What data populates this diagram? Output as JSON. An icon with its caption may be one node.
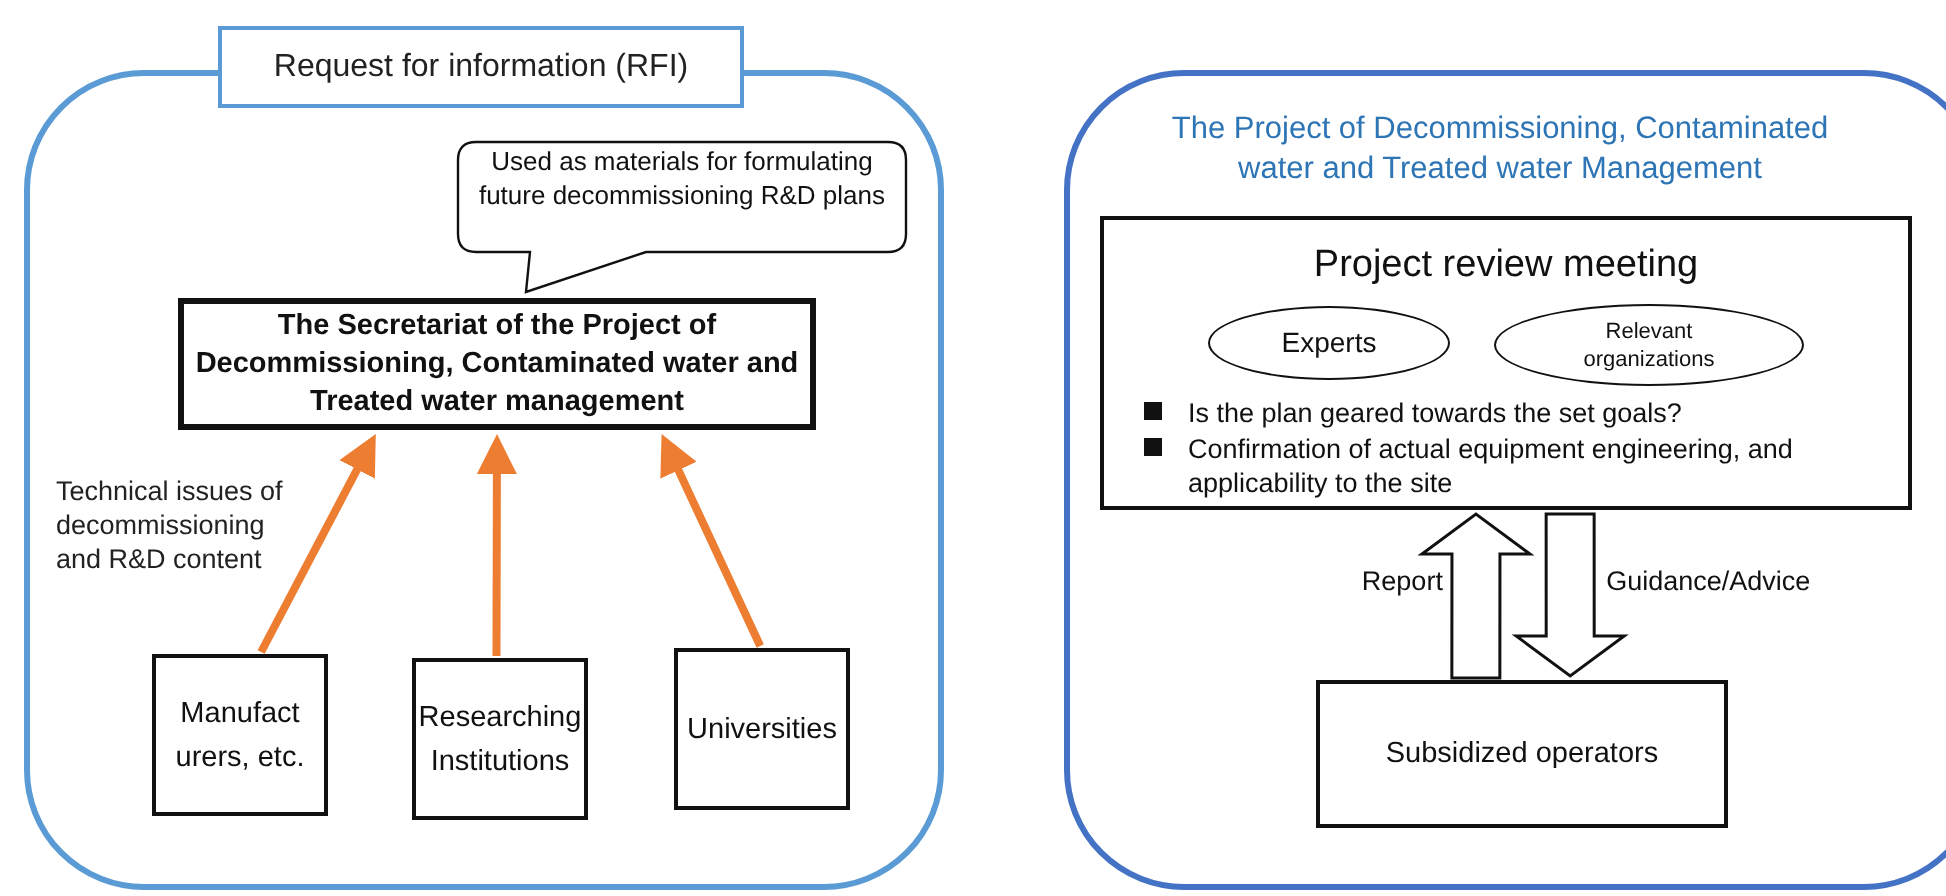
{
  "diagram": {
    "nodes": [
      {
        "text": [
          "Request for information (RFI)"
        ]
      },
      {
        "text": [
          "Used as materials for formulating future decommissioning R&D plans"
        ],
        "in": 0
      },
      {
        "text": [
          "The Secretariat of the Project of Decommissioning, Contaminated water and Treated water management"
        ],
        "in": 0
      },
      {
        "text": [
          "Manufact urers, etc."
        ],
        "in": 0
      },
      {
        "text": [
          "Researching Institutions"
        ],
        "in": 0
      },
      {
        "text": [
          "Universities"
        ],
        "in": 0
      },
      {
        "text": [
          "The Project of Decommissioning, Contaminated water and Treated water Management"
        ]
      },
      {
        "text": [
          "Project review meeting",
          "Is the plan geared towards the set goals?",
          "Confirmation of actual equipment engineering, and applicability to the site"
        ],
        "in": 6
      },
      {
        "text": [
          "Experts"
        ],
        "in": 7
      },
      {
        "text": [
          "Relevant organizations"
        ],
        "in": 7
      },
      {
        "text": [
          "Subsidized operators"
        ],
        "in": 6
      }
    ],
    "edges": [
      {
        "from": 3,
        "to": 2,
        "arrow": "to",
        "color": "#ed7d31"
      },
      {
        "from": 4,
        "to": 2,
        "arrow": "to",
        "color": "#ed7d31"
      },
      {
        "from": 5,
        "to": 2,
        "arrow": "to",
        "color": "#ed7d31"
      },
      {
        "from": 10,
        "to": 7,
        "arrow": "to",
        "label": "Report",
        "style": "thick"
      },
      {
        "from": 7,
        "to": 10,
        "arrow": "to",
        "label": "Guidance/Advice",
        "style": "thick"
      }
    ],
    "labels": [
      "Technical issues of decommissioning and R&D content"
    ]
  }
}
